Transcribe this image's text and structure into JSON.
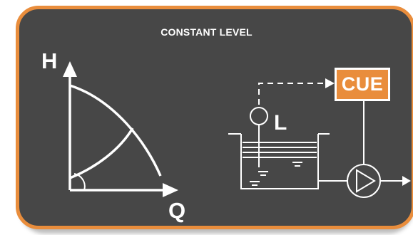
{
  "title": "CONSTANT LEVEL",
  "labels": {
    "head_axis": "H",
    "flow_axis": "Q",
    "level_sensor": "L",
    "controller": "CUE"
  },
  "colors": {
    "panel_background": "#474747",
    "panel_border": "#e98d3c",
    "controller_fill": "#e98d3c",
    "lines": "#ffffff"
  },
  "icons": [
    "pump-icon",
    "level-sensor-icon",
    "tank-icon",
    "arrow-icon"
  ]
}
